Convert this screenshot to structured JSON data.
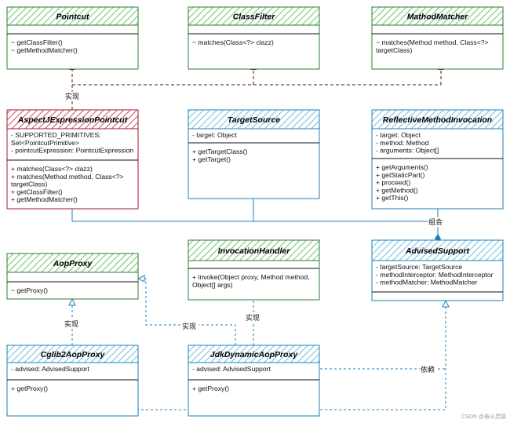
{
  "colors": {
    "green": "#2e7d32",
    "green_fill": "#7bc67b",
    "red": "#a01a28",
    "red_fill": "#d65a6a",
    "blue": "#1e7fb8",
    "blue_fill": "#7cc4e6",
    "dark_arrow": "#5c1010"
  },
  "classes": {
    "pointcut": {
      "title": "Pointcut",
      "methods": [
        "~ getClassFilter()",
        "~ getMethodMatcher()"
      ]
    },
    "classfilter": {
      "title": "ClassFilter",
      "methods": [
        "~ matches(Class<?> clazz)"
      ]
    },
    "methodmatcher": {
      "title": "MathodMatcher",
      "methods": [
        "~ matches(Method method, Class<?>",
        "targetClass)"
      ]
    },
    "aspectj": {
      "title": "AspectJExpressionPointcut",
      "fields": [
        "- SUPPORTED_PRIMITIVES:",
        "Set<PointcutPrimitive>",
        "- pointcutExpression: PointcutExpression"
      ],
      "methods": [
        "+ matches(Class<?> clazz)",
        "+ matches(Method method, Class<?>",
        "targetClass)",
        "+ getClassFilter()",
        "+ getMethodMatcher()"
      ]
    },
    "targetsource": {
      "title": "TargetSource",
      "fields": [
        "- target: Object"
      ],
      "methods": [
        "+ getTargetClass()",
        "+ getTarget()"
      ]
    },
    "reflective": {
      "title": "ReflectiveMethodInvocation",
      "fields": [
        "- target: Object",
        "- method: Method",
        "- arguments: Object[]"
      ],
      "methods": [
        "+ getArguments()",
        "+ getStaticPart()",
        "+ proceed()",
        "+ getMethod()",
        "+ getThis()"
      ]
    },
    "aopproxy": {
      "title": "AopProxy",
      "methods": [
        "~ getProxy()"
      ]
    },
    "invocationhandler": {
      "title": "InvocationHandler",
      "methods": [
        "+ invoke(Object proxy, Method method,",
        "Object[] args)"
      ]
    },
    "advisedsupport": {
      "title": "AdvisedSupport",
      "fields": [
        "- targetSource: TargetSource",
        "- methodInterceptor: MethodInterceptor",
        "- methodMatcher: MethodMatcher"
      ]
    },
    "cglib": {
      "title": "Cglib2AopProxy",
      "fields": [
        "- advised: AdvisedSupport"
      ],
      "methods": [
        "+ getProxy()"
      ]
    },
    "jdk": {
      "title": "JdkDynamicAopProxy",
      "fields": [
        "- advised: AdvisedSupport"
      ],
      "methods": [
        "+ getProxy()"
      ]
    }
  },
  "relations": {
    "implements_1": "实现",
    "composition": "组合",
    "implements_2": "实现",
    "implements_3": "实现",
    "implements_4": "实现",
    "depends": "依赖"
  },
  "watermark": "CSDN @奋斗灵猿"
}
